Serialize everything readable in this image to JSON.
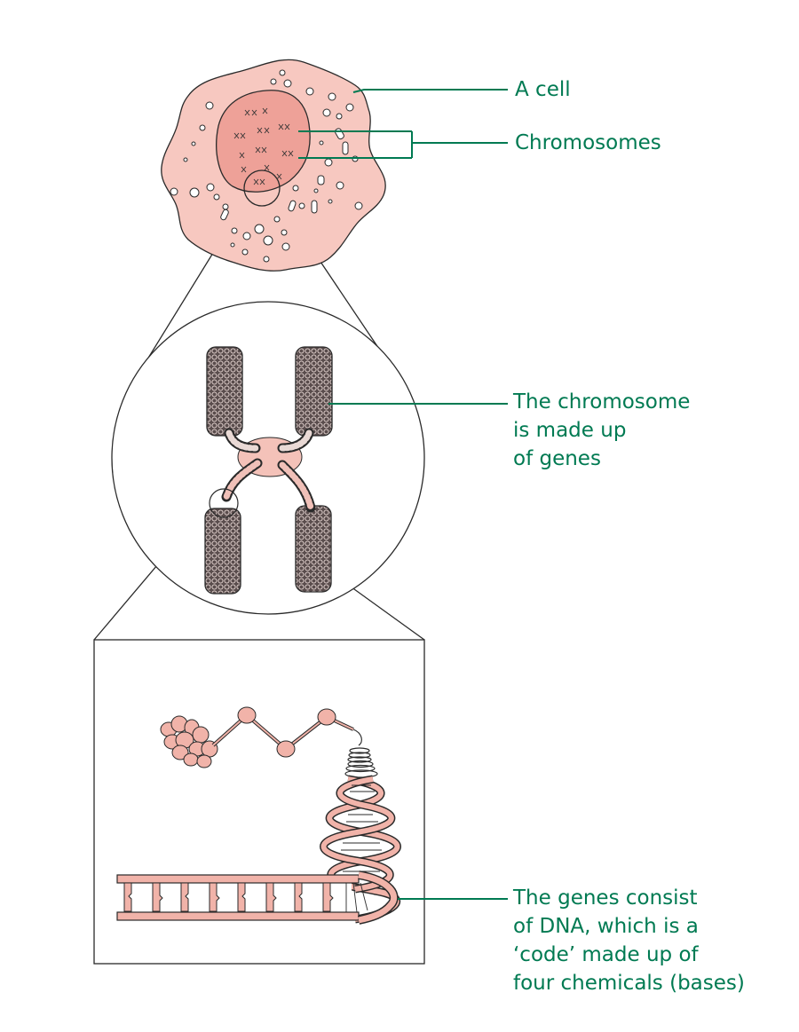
{
  "colors": {
    "label_green": "#007a52",
    "cell_pink": "#f7c8c0",
    "nucleus_pink": "#eea198",
    "chromatin_grey": "#5a4d4d",
    "dna_pink": "#f1b3a9",
    "outline": "#2a2a2a"
  },
  "labels": {
    "cell": "A cell",
    "chromosomes": "Chromosomes",
    "chromosome": {
      "line1": "The chromosome",
      "line2": "is made up",
      "line3": "of genes"
    },
    "genes": {
      "line1": "The genes consist",
      "line2": "of DNA, which is a",
      "line3": "‘code’  made up of",
      "line4": "four chemicals (bases)"
    }
  }
}
